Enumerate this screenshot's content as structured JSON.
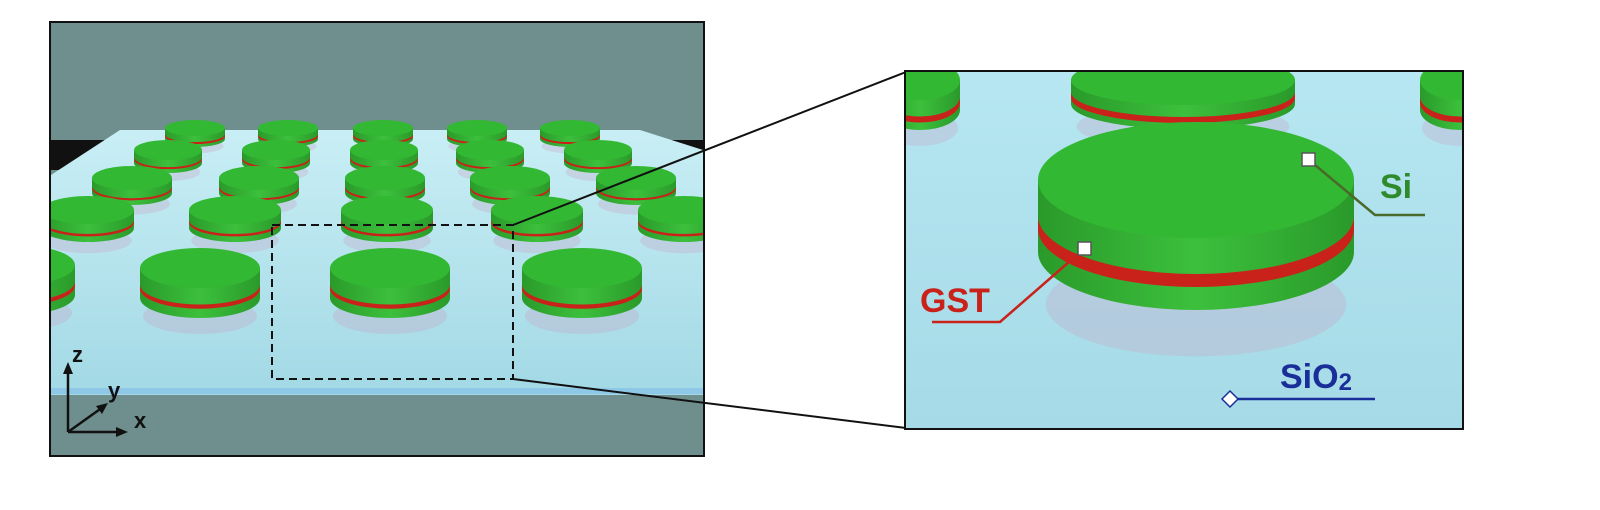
{
  "labels": {
    "si": "Si",
    "gst": "GST",
    "sio2_main": "SiO",
    "sio2_sub": "2"
  },
  "axes": {
    "z": "z",
    "y": "y",
    "x": "x"
  },
  "colors": {
    "si": "#33b833",
    "si_dark": "#2a9a2a",
    "gst": "#c8221a",
    "substrate": "#a9dde8",
    "background": "#6f8f8f",
    "si_label": "#2e8a2a",
    "gst_label": "#c8221a",
    "sio2_label": "#1a2e9a"
  }
}
